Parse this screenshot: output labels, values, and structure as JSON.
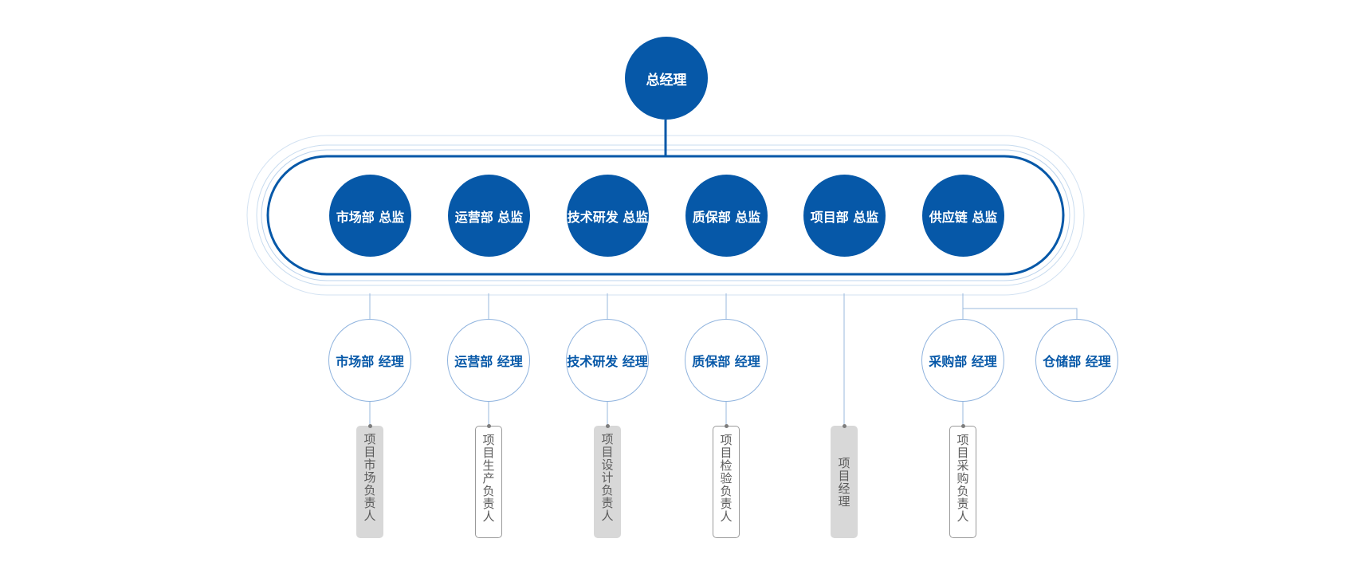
{
  "general_manager": {
    "label": "总经理"
  },
  "directors": [
    {
      "label": "市场部 总监"
    },
    {
      "label": "运营部 总监"
    },
    {
      "label": "技术研发 总监"
    },
    {
      "label": "质保部 总监"
    },
    {
      "label": "项目部 总监"
    },
    {
      "label": "供应链 总监"
    }
  ],
  "managers": [
    {
      "label": "市场部 经理"
    },
    {
      "label": "运营部 经理"
    },
    {
      "label": "技术研发 经理"
    },
    {
      "label": "质保部 经理"
    },
    {
      "label": "采购部 经理"
    },
    {
      "label": "仓储部 经理"
    }
  ],
  "leads": [
    {
      "label": "项目市场负责人",
      "style": "gray"
    },
    {
      "label": "项目生产负责人",
      "style": "white"
    },
    {
      "label": "项目设计负责人",
      "style": "gray"
    },
    {
      "label": "项目检验负责人",
      "style": "white"
    },
    {
      "label": "项目经理",
      "style": "gray"
    },
    {
      "label": "项目采购负责人",
      "style": "white"
    }
  ],
  "colors": {
    "primary": "#0658a8",
    "outline": "#8fb3de",
    "halo": "#c9dcef",
    "connector": "#9ab9de",
    "box_gray": "#d8d8d8",
    "box_border": "#9a9a9a",
    "box_text": "#5c5c5c"
  }
}
